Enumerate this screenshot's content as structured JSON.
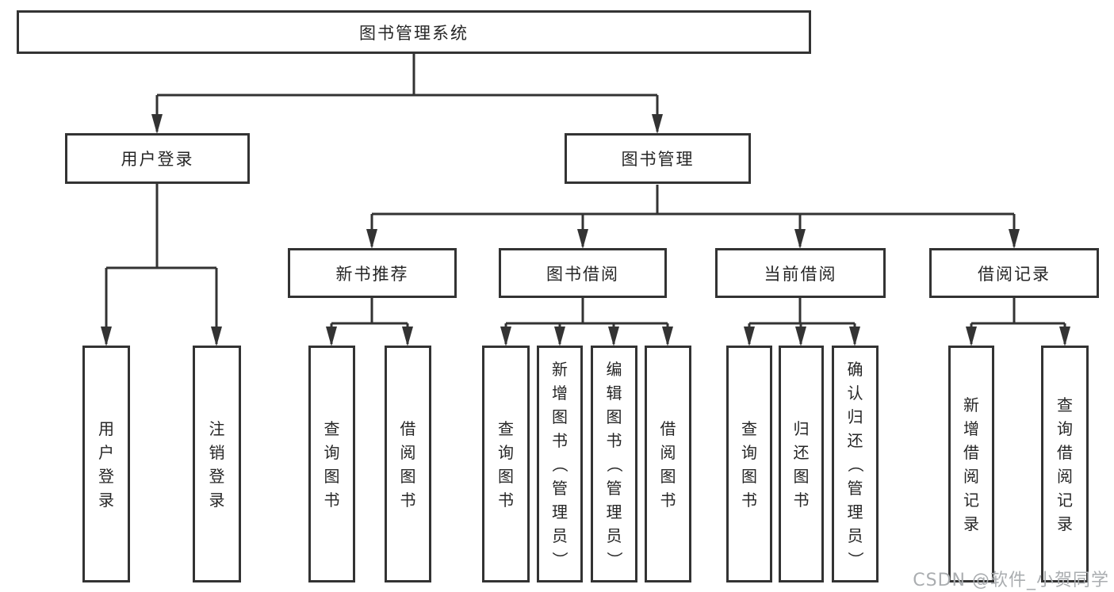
{
  "tree": {
    "root": "图书管理系统",
    "branches": [
      {
        "label": "用户登录",
        "leaves": [
          "用户登录",
          "注销登录"
        ]
      },
      {
        "label": "图书管理",
        "groups": [
          {
            "label": "新书推荐",
            "leaves": [
              "查询图书",
              "借阅图书"
            ]
          },
          {
            "label": "图书借阅",
            "leaves": [
              "查询图书",
              "新增图书（管理员）",
              "编辑图书（管理员）",
              "借阅图书"
            ]
          },
          {
            "label": "当前借阅",
            "leaves": [
              "查询图书",
              "归还图书",
              "确认归还（管理员）"
            ]
          },
          {
            "label": "借阅记录",
            "leaves": [
              "新增借阅记录",
              "查询借阅记录"
            ]
          }
        ]
      }
    ]
  },
  "watermark": "CSDN @软件_小贺同学",
  "colors": {
    "line": "#333333",
    "box_border": "#333333",
    "box_background": "#ffffff",
    "text": "#262626",
    "watermark": "#aaadb0"
  }
}
